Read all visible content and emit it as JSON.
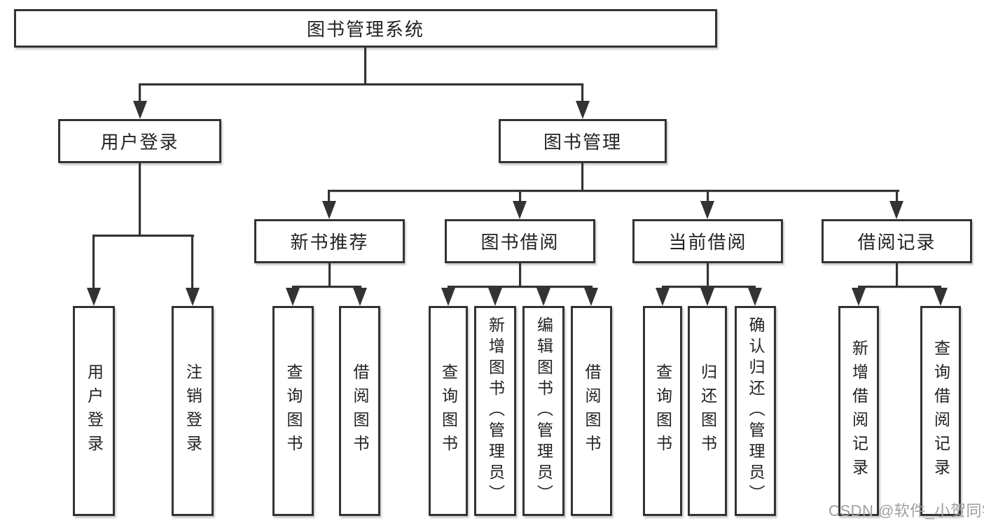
{
  "nodes": {
    "root": "图书管理系统",
    "user_login": "用户登录",
    "book_management": "图书管理",
    "new_book_recommend": "新书推荐",
    "book_borrow": "图书借阅",
    "current_borrow": "当前借阅",
    "borrow_records": "借阅记录",
    "leaf_user_login": "用户登录",
    "leaf_logout": "注销登录",
    "rec_query_book": "查询图书",
    "rec_borrow_book": "借阅图书",
    "bb_query_book": "查询图书",
    "bb_add_book": "新增图书（管理员）",
    "bb_edit_book": "编辑图书（管理员）",
    "bb_borrow_book": "借阅图书",
    "cb_query_book": "查询图书",
    "cb_return_book": "归还图书",
    "cb_confirm_return": "确认归还（管理员）",
    "br_add_record": "新增借阅记录",
    "br_query_record": "查询借阅记录"
  },
  "watermark": "CSDN @软件_小贺同学",
  "colors": {
    "line": "#333333",
    "text": "#222222",
    "watermark": "#9e9e9e",
    "background": "#ffffff"
  }
}
